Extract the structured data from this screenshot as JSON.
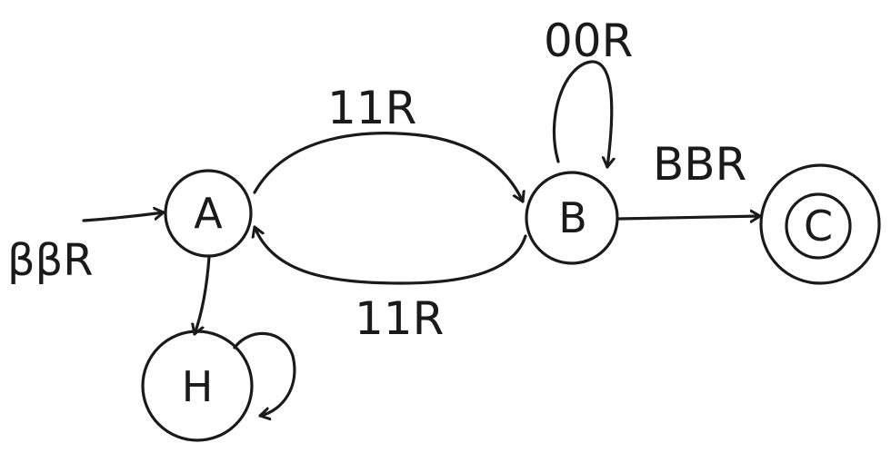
{
  "diagram": {
    "type": "state-machine",
    "states": [
      {
        "id": "A",
        "label": "A",
        "initial": true,
        "accepting": false
      },
      {
        "id": "B",
        "label": "B",
        "initial": false,
        "accepting": false
      },
      {
        "id": "C",
        "label": "C",
        "initial": false,
        "accepting": true
      },
      {
        "id": "H",
        "label": "H",
        "initial": false,
        "accepting": false
      }
    ],
    "initial_label": "ββR",
    "transitions": [
      {
        "from": "A",
        "to": "B",
        "label": "11R"
      },
      {
        "from": "B",
        "to": "A",
        "label": "11R"
      },
      {
        "from": "B",
        "to": "B",
        "label": "00R"
      },
      {
        "from": "B",
        "to": "C",
        "label": "BBR"
      },
      {
        "from": "A",
        "to": "H",
        "label": ""
      },
      {
        "from": "H",
        "to": "H",
        "label": ""
      }
    ]
  }
}
